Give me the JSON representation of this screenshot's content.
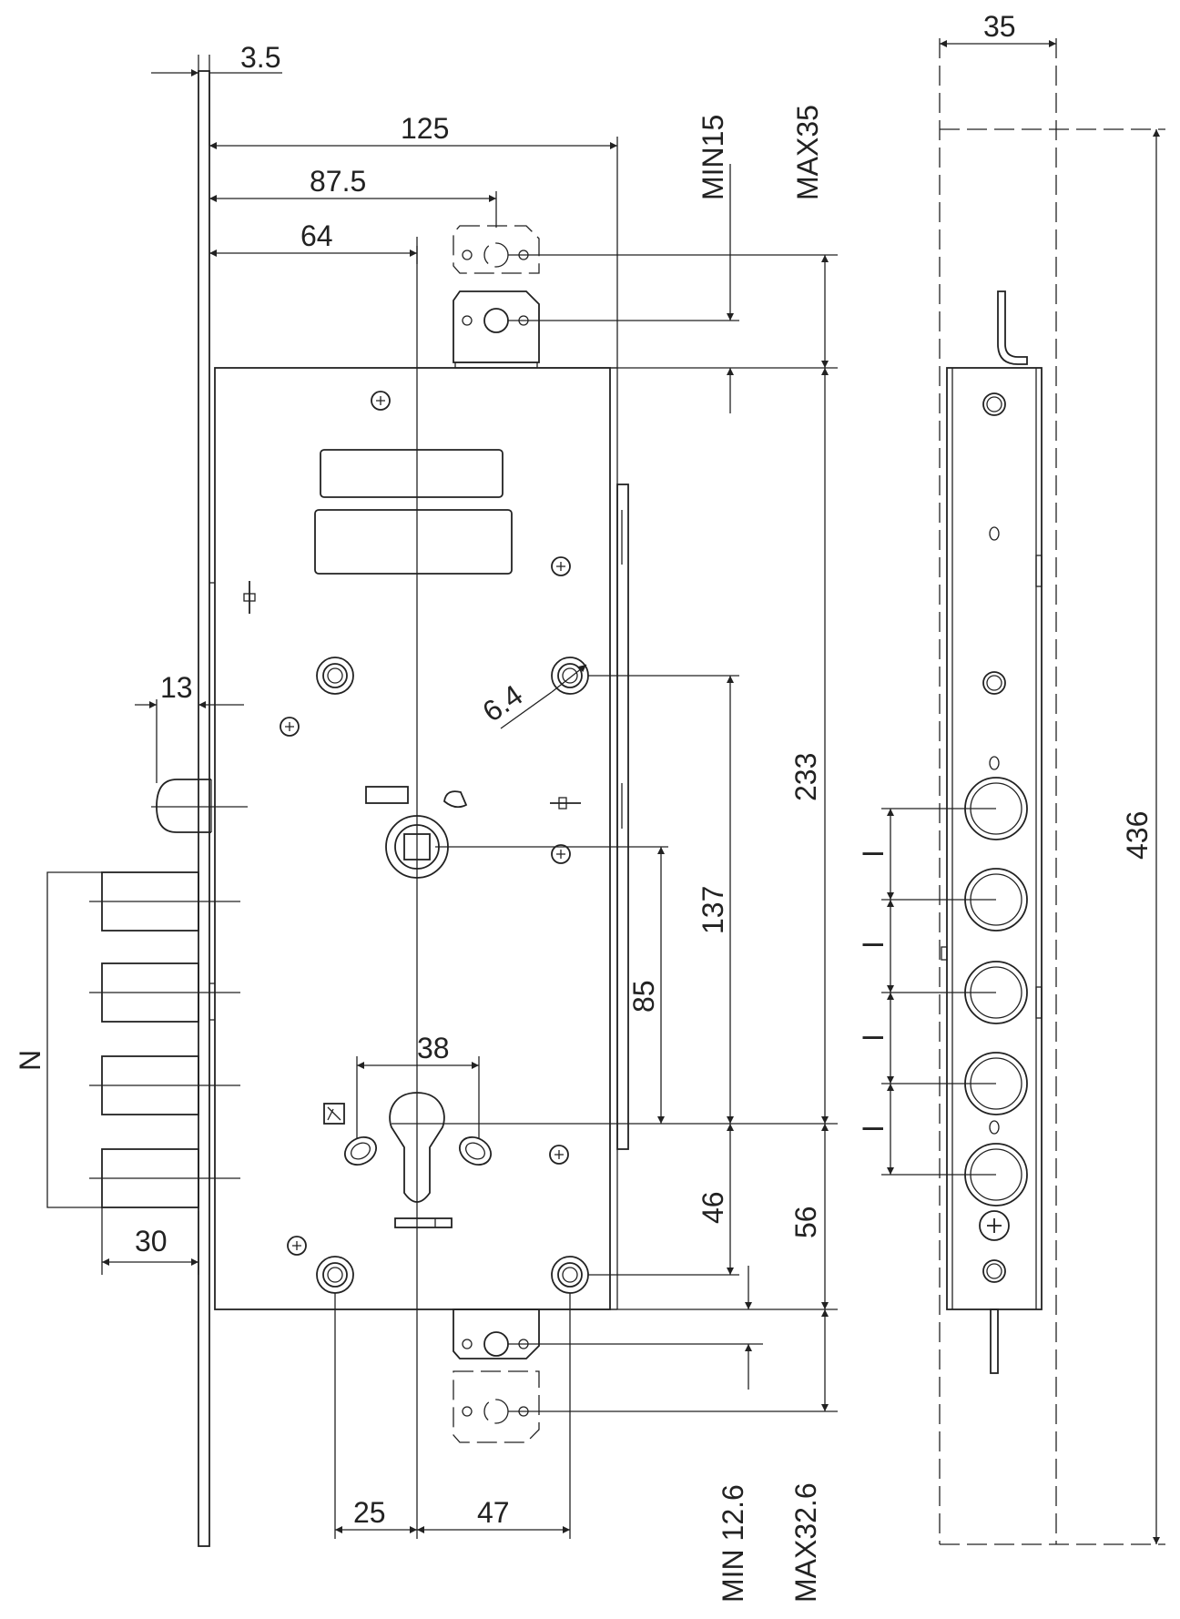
{
  "labels": {
    "d_3_5": "3.5",
    "d_125": "125",
    "d_87_5": "87.5",
    "d_64": "64",
    "d_min15": "MIN15",
    "d_max35": "MAX35",
    "d_35": "35",
    "d_436": "436",
    "d_13": "13",
    "d_6_4": "6.4",
    "d_233": "233",
    "d_137": "137",
    "d_85": "85",
    "d_38": "38",
    "d_46": "46",
    "d_56": "56",
    "d_30": "30",
    "d_25": "25",
    "d_47": "47",
    "d_min12_6": "MIN 12.6",
    "d_max32_6": "MAX32.6",
    "n": "N",
    "i1": "I",
    "i2": "I",
    "i3": "I",
    "i4": "I"
  }
}
